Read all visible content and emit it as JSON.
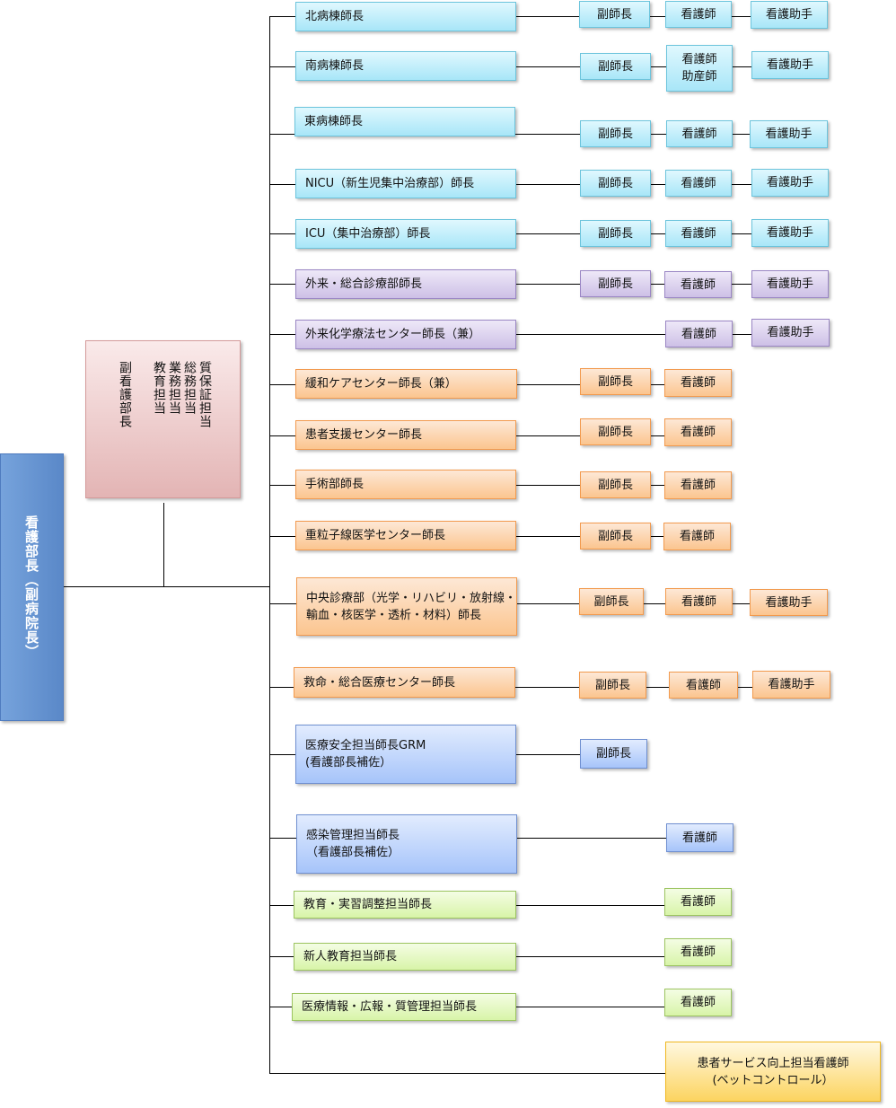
{
  "director": "看護部長（副病院長）",
  "deputy": {
    "title": "副看護部長",
    "roles": [
      "質保証担当",
      "総務担当",
      "業務担当",
      "教育担当"
    ]
  },
  "colors": {
    "cyan": "#a8e6f8",
    "purple": "#cdc0e6",
    "orange": "#fbc58f",
    "blue": "#a6c4fa",
    "green": "#d8f4a8",
    "yellow": "#fcd460",
    "director": "#6a96d2",
    "deputy": "#e3b4b4"
  },
  "rows": [
    {
      "head": "北病棟師長",
      "color": "cyan",
      "subs": [
        "副師長",
        "看護師",
        "看護助手"
      ]
    },
    {
      "head": "南病棟師長",
      "color": "cyan",
      "subs": [
        "副師長",
        "看護師\n助産師",
        "看護助手"
      ]
    },
    {
      "head": "東病棟師長",
      "color": "cyan",
      "subs": [
        "副師長",
        "看護師",
        "看護助手"
      ]
    },
    {
      "head": "NICU（新生児集中治療部）師長",
      "color": "cyan",
      "subs": [
        "副師長",
        "看護師",
        "看護助手"
      ]
    },
    {
      "head": "ICU（集中治療部）師長",
      "color": "cyan",
      "subs": [
        "副師長",
        "看護師",
        "看護助手"
      ]
    },
    {
      "head": "外来・総合診療部師長",
      "color": "purple",
      "subs": [
        "副師長",
        "看護師",
        "看護助手"
      ]
    },
    {
      "head": "外来化学療法センター師長（兼）",
      "color": "purple",
      "subs": [
        "看護師",
        "看護助手"
      ]
    },
    {
      "head": "緩和ケアセンター師長（兼）",
      "color": "orange",
      "subs": [
        "副師長",
        "看護師"
      ]
    },
    {
      "head": "患者支援センター師長",
      "color": "orange",
      "subs": [
        "副師長",
        "看護師"
      ]
    },
    {
      "head": "手術部師長",
      "color": "orange",
      "subs": [
        "副師長",
        "看護師"
      ]
    },
    {
      "head": "重粒子線医学センター師長",
      "color": "orange",
      "subs": [
        "副師長",
        "看護師"
      ]
    },
    {
      "head": "中央診療部（光学・リハビリ・放射線・\n輸血・核医学・透析・材料）師長",
      "color": "orange",
      "subs": [
        "副師長",
        "看護師",
        "看護助手"
      ]
    },
    {
      "head": "救命・総合医療センター師長",
      "color": "orange",
      "subs": [
        "副師長",
        "看護師",
        "看護助手"
      ]
    },
    {
      "head": "医療安全担当師長GRM\n(看護部長補佐）",
      "color": "blue",
      "subs": [
        "副師長"
      ]
    },
    {
      "head": "感染管理担当師長\n（看護部長補佐）",
      "color": "blue",
      "subs": [
        "看護師"
      ]
    },
    {
      "head": "教育・実習調整担当師長",
      "color": "green",
      "subs": [
        "看護師"
      ]
    },
    {
      "head": "新人教育担当師長",
      "color": "green",
      "subs": [
        "看護師"
      ]
    },
    {
      "head": "医療情報・広報・質管理担当師長",
      "color": "green",
      "subs": [
        "看護師"
      ]
    }
  ],
  "patient_service": "患者サービス向上担当看護師\n(ベットコントロール）"
}
